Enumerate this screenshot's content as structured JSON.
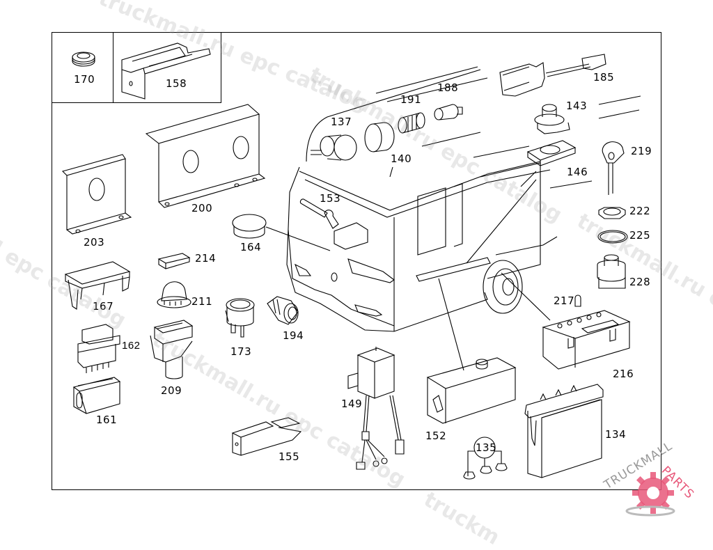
{
  "diagram": {
    "title": "Truck electrical switches and components parts diagram",
    "parts": [
      {
        "ref": "170",
        "name": "ring"
      },
      {
        "ref": "158",
        "name": "bracket"
      },
      {
        "ref": "185",
        "name": "cable-connector"
      },
      {
        "ref": "143",
        "name": "switch-knob"
      },
      {
        "ref": "219",
        "name": "key"
      },
      {
        "ref": "146",
        "name": "switch-frame"
      },
      {
        "ref": "222",
        "name": "nut"
      },
      {
        "ref": "225",
        "name": "seal-ring"
      },
      {
        "ref": "228",
        "name": "ignition-switch"
      },
      {
        "ref": "217",
        "name": "bulb"
      },
      {
        "ref": "216",
        "name": "control-module"
      },
      {
        "ref": "134",
        "name": "battery"
      },
      {
        "ref": "135",
        "name": "terminal-caps"
      },
      {
        "ref": "152",
        "name": "relay-box"
      },
      {
        "ref": "149",
        "name": "relay-harness"
      },
      {
        "ref": "155",
        "name": "foot-switch"
      },
      {
        "ref": "137",
        "name": "lamp-socket"
      },
      {
        "ref": "191",
        "name": "spring-sleeve"
      },
      {
        "ref": "188",
        "name": "bulb-holder"
      },
      {
        "ref": "140",
        "name": "cover"
      },
      {
        "ref": "153",
        "name": "stalk-switch"
      },
      {
        "ref": "164",
        "name": "blanking-cap"
      },
      {
        "ref": "200",
        "name": "double-bracket"
      },
      {
        "ref": "203",
        "name": "single-bracket"
      },
      {
        "ref": "214",
        "name": "pad"
      },
      {
        "ref": "211",
        "name": "knob-cap"
      },
      {
        "ref": "167",
        "name": "switch-cover"
      },
      {
        "ref": "162",
        "name": "rocker-switch"
      },
      {
        "ref": "161",
        "name": "switch-housing"
      },
      {
        "ref": "209",
        "name": "push-switch"
      },
      {
        "ref": "173",
        "name": "push-button"
      },
      {
        "ref": "194",
        "name": "indicator-lamp"
      }
    ]
  },
  "watermarks": {
    "text_1": "truckmall.ru epc catalog",
    "text_2": "truckmall.ru epc catalog",
    "text_3": "l epc catalog",
    "text_4": "truckmall.ru e",
    "text_5": "truckmall.ru epc catalog",
    "text_6": "truckm"
  },
  "logo": {
    "text_main": "TRUCKMALL",
    "text_accent": "PARTS",
    "accent_color": "#e8587a",
    "gray_color": "#999999"
  }
}
